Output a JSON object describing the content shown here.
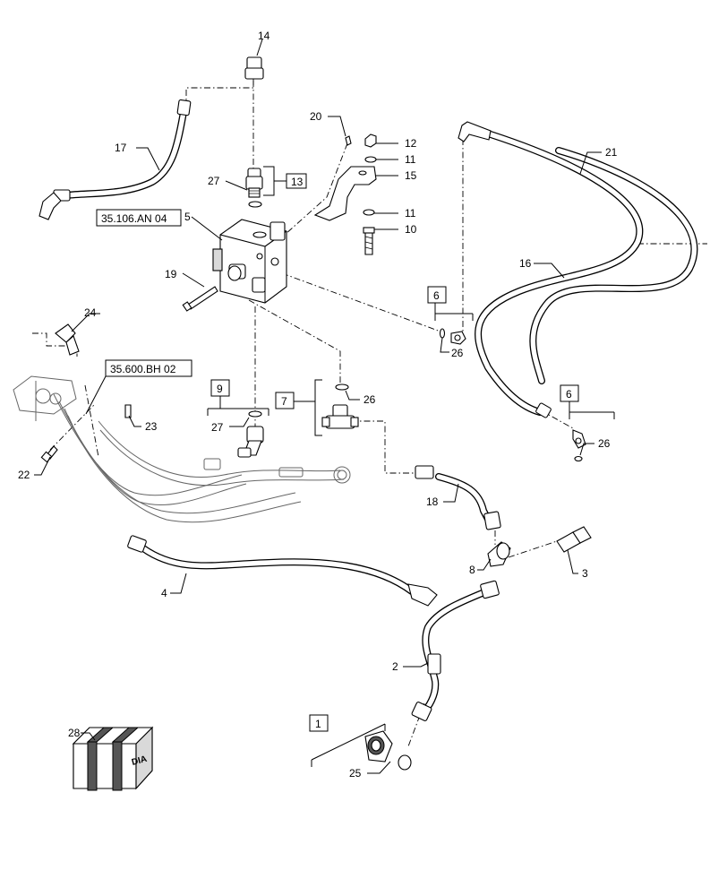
{
  "labels": {
    "l1": "1",
    "l2": "2",
    "l3": "3",
    "l4": "4",
    "l5": "5",
    "l6a": "6",
    "l6b": "6",
    "l7": "7",
    "l8": "8",
    "l9": "9",
    "l10": "10",
    "l11a": "11",
    "l11b": "11",
    "l12": "12",
    "l13": "13",
    "l14": "14",
    "l15": "15",
    "l16": "16",
    "l17": "17",
    "l18": "18",
    "l19": "19",
    "l20": "20",
    "l21": "21",
    "l22": "22",
    "l23": "23",
    "l24": "24",
    "l25": "25",
    "l26a": "26",
    "l26b": "26",
    "l26c": "26",
    "l27a": "27",
    "l27b": "27",
    "l28": "28"
  },
  "references": {
    "ref_valve": "35.106.AN 04",
    "ref_cylinder": "35.600.BH 02"
  },
  "kit_box_text": "DIA"
}
